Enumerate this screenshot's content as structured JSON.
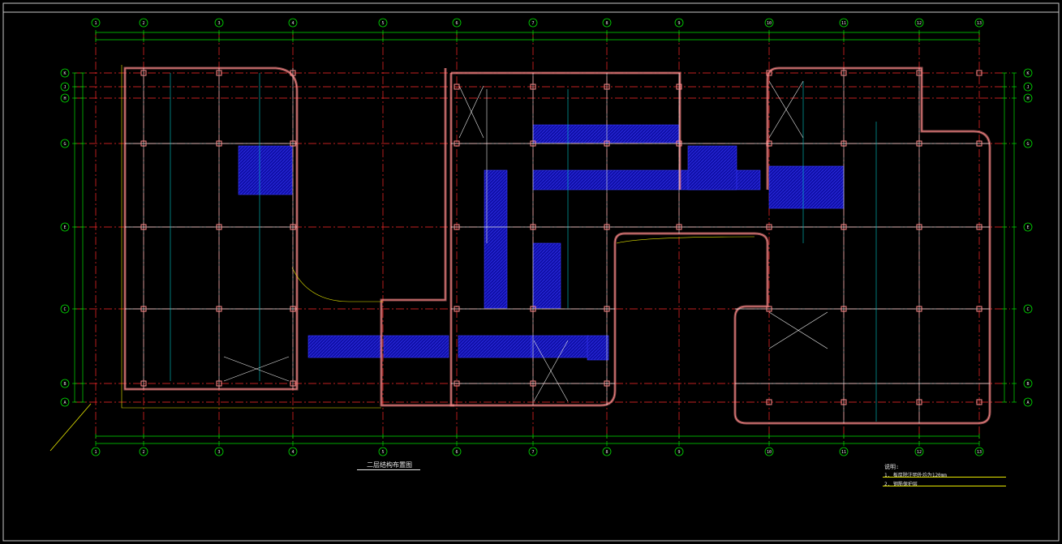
{
  "drawing": {
    "title": "二层结构布置图",
    "notes_heading": "说明:",
    "notes": [
      "1. 板厚除注明外均为120mm",
      "2. 钢筋保护层"
    ],
    "grid_top": [
      "1",
      "2",
      "3",
      "4",
      "5",
      "6",
      "7",
      "8",
      "9",
      "10",
      "11",
      "12",
      "13"
    ],
    "grid_bottom": [
      "1",
      "2",
      "3",
      "4",
      "5",
      "6",
      "7",
      "8",
      "9",
      "10",
      "11",
      "12",
      "13"
    ],
    "grid_left": [
      "K",
      "J",
      "H",
      "G",
      "E",
      "C",
      "B",
      "A"
    ],
    "grid_right": [
      "K",
      "J",
      "H",
      "G",
      "E",
      "C",
      "B",
      "A"
    ]
  },
  "colors": {
    "background": "#000000",
    "frame": "#c8c8c8",
    "axis": "#ff2a2a",
    "dimension": "#00e000",
    "wall": "#ff8a8a",
    "beam": "#e8e8e8",
    "slab_hatch": "#1010a8",
    "secondary": "#00c8c8",
    "bubble": "#00e000",
    "text": "#e8e8e8",
    "outline": "#e8e800"
  }
}
